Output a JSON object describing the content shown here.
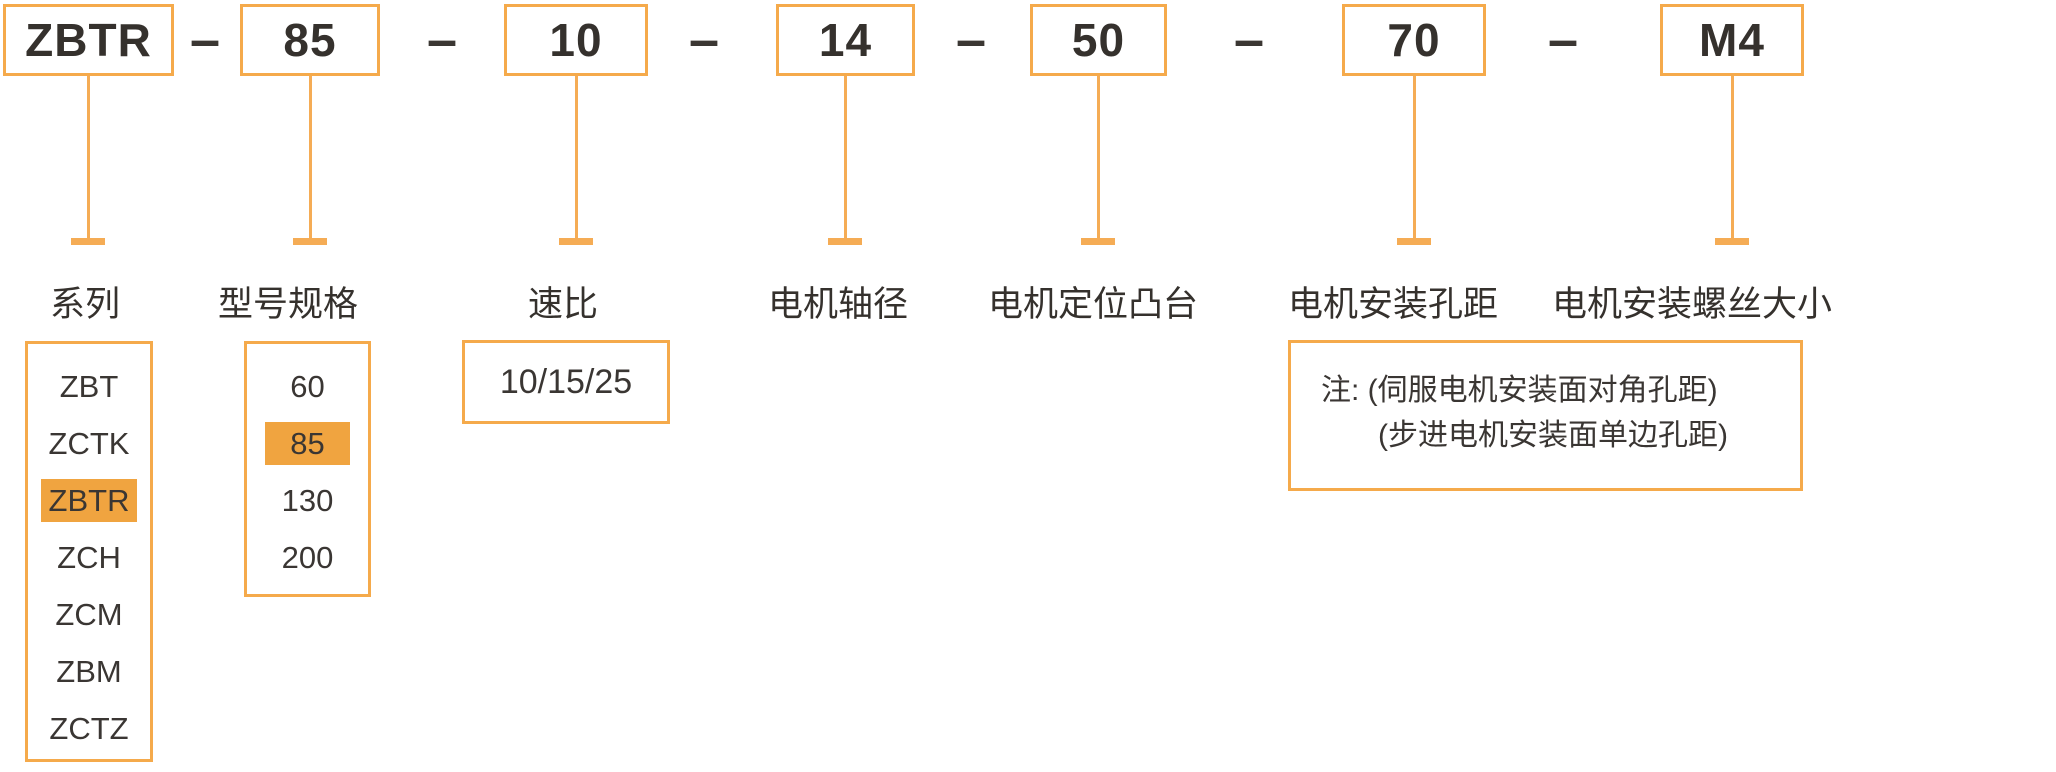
{
  "colors": {
    "accent_border": "#F5AA4B",
    "accent_line": "#F5AC55",
    "highlight_fill": "#F0A440",
    "text": "#35312D"
  },
  "code": {
    "separator": "–",
    "segments": [
      {
        "value": "ZBTR",
        "label": "系列"
      },
      {
        "value": "85",
        "label": "型号规格"
      },
      {
        "value": "10",
        "label": "速比"
      },
      {
        "value": "14",
        "label": "电机轴径"
      },
      {
        "value": "50",
        "label": "电机定位凸台"
      },
      {
        "value": "70",
        "label": "电机安装孔距"
      },
      {
        "value": "M4",
        "label": "电机安装螺丝大小"
      }
    ]
  },
  "series_options": {
    "items": [
      "ZBT",
      "ZCTK",
      "ZBTR",
      "ZCH",
      "ZCM",
      "ZBM",
      "ZCTZ"
    ],
    "selected": "ZBTR"
  },
  "model_spec_options": {
    "items": [
      "60",
      "85",
      "130",
      "200"
    ],
    "selected": "85"
  },
  "speed_ratio_options": {
    "value": "10/15/25"
  },
  "mounting_note": {
    "line1": "注: (伺服电机安装面对角孔距)",
    "line2": "(步进电机安装面单边孔距)"
  }
}
